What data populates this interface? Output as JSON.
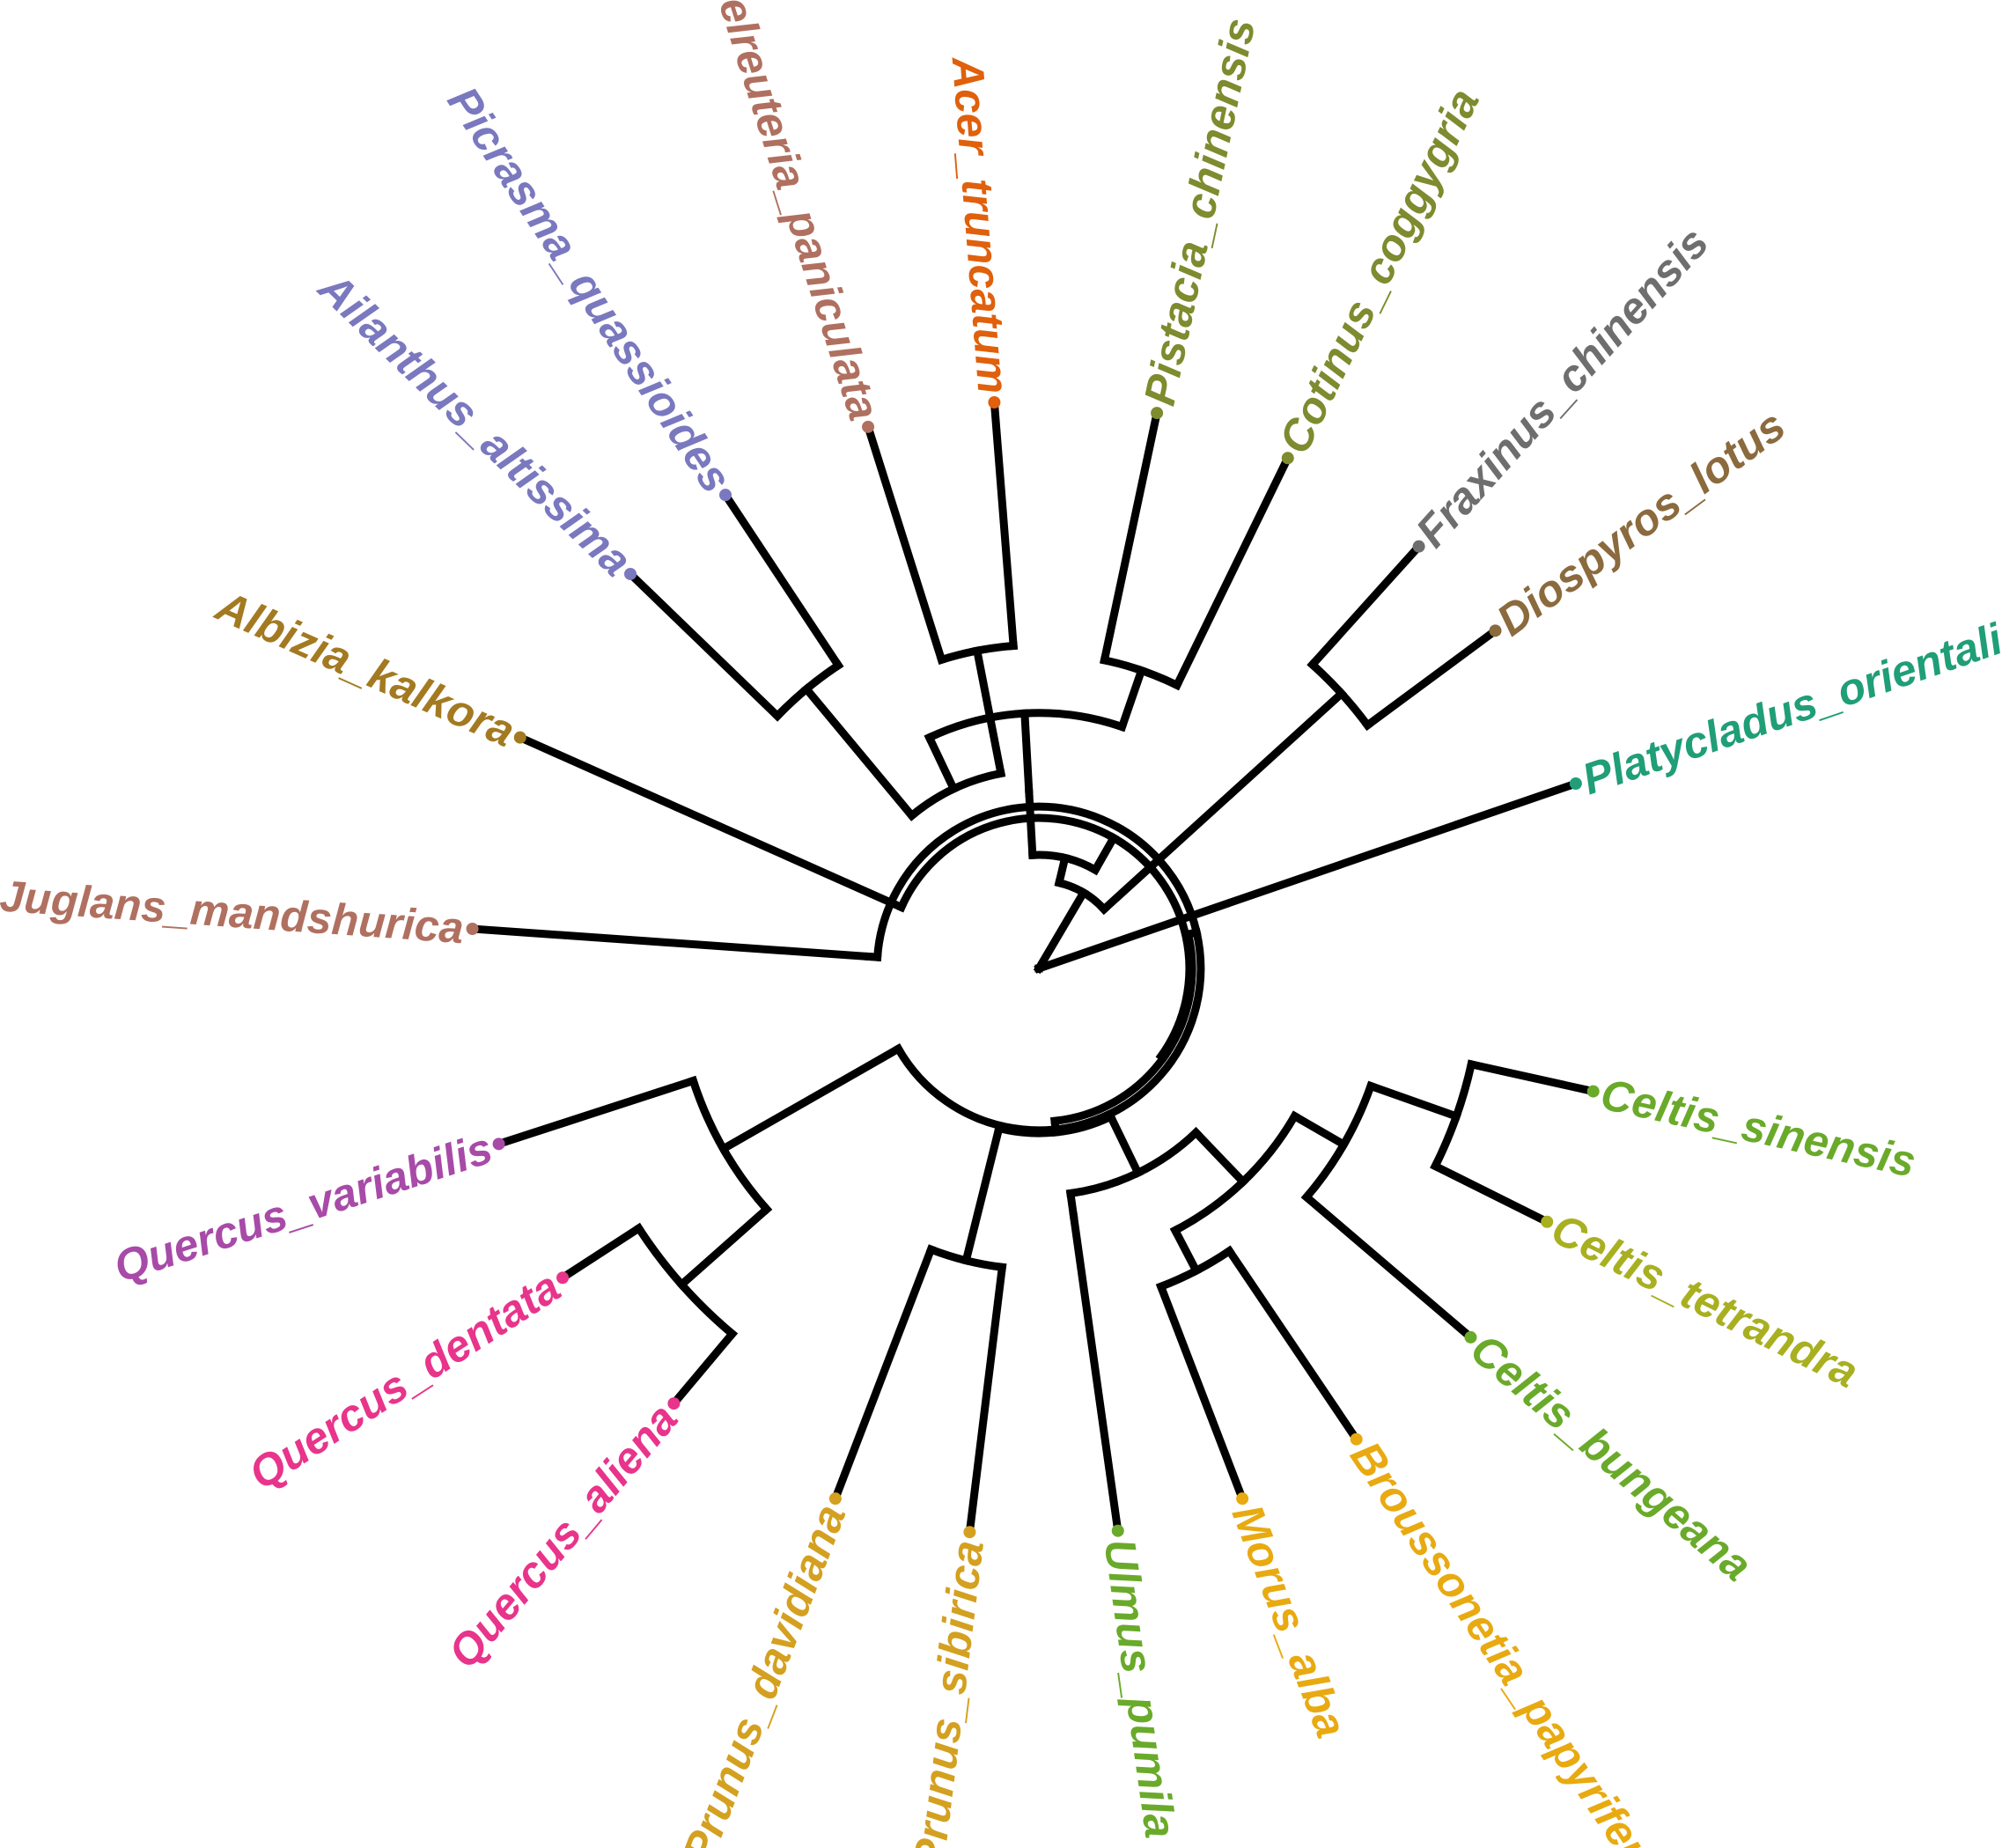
{
  "tips": [
    {
      "id": "platycladus",
      "label": "Platycladus_orientalis",
      "color": "#1f9e77",
      "angle": -19
    },
    {
      "id": "diospyros",
      "label": "Diospyros_lotus",
      "color": "#8b6a3e",
      "angle": -36.5
    },
    {
      "id": "fraxinus",
      "label": "Fraxinus_chinensis",
      "color": "#6e6e6e",
      "angle": -48
    },
    {
      "id": "cotinus",
      "label": "Cotinus_coggygria",
      "color": "#7e8b2e",
      "angle": -64
    },
    {
      "id": "pistacia",
      "label": "Pistacia_chinensis",
      "color": "#7e8b2e",
      "angle": -78
    },
    {
      "id": "acer",
      "label": "Acer_truncatum",
      "color": "#e0600c",
      "angle": -94.5
    },
    {
      "id": "koelreuteria",
      "label": "Koelreuteria_paniculata",
      "color": "#b07060",
      "angle": -107.5
    },
    {
      "id": "picrasma",
      "label": "Picrasma_quassioides",
      "color": "#7a78be",
      "angle": -123.5
    },
    {
      "id": "ailanthus",
      "label": "Ailanthus_altissima",
      "color": "#7a78be",
      "angle": -136
    },
    {
      "id": "albizia",
      "label": "Albizia_kalkora",
      "color": "#a37a21",
      "angle": -156
    },
    {
      "id": "juglans",
      "label": "Juglans_mandshurica",
      "color": "#b07060",
      "angle": -176
    },
    {
      "id": "quercus-variabilis",
      "label": "Quercus_variabilis",
      "color": "#a84aa8",
      "angle": 162
    },
    {
      "id": "quercus-dentata",
      "label": "Quercus_dentata",
      "color": "#e8348b",
      "angle": 147
    },
    {
      "id": "quercus-aliena",
      "label": "Quercus_aliena",
      "color": "#e8348b",
      "angle": 130
    },
    {
      "id": "prunus-davidiana",
      "label": "Prunus_davidiana",
      "color": "#d4a020",
      "angle": 111
    },
    {
      "id": "prunus-sibirica",
      "label": "Prunus_sibirica",
      "color": "#d4a020",
      "angle": 97
    },
    {
      "id": "ulmus",
      "label": "Ulmus_pumila",
      "color": "#6aaa2a",
      "angle": 82
    },
    {
      "id": "morus",
      "label": "Morus_alba",
      "color": "#e8aa10",
      "angle": 69
    },
    {
      "id": "broussonetia",
      "label": "Broussonetia_papyrifera",
      "color": "#e8aa10",
      "angle": 56
    },
    {
      "id": "celtis-bungeana",
      "label": "Celtis_bungeana",
      "color": "#6aaa2a",
      "angle": 40.5
    },
    {
      "id": "celtis-tetrandra",
      "label": "Celtis_tetrandra",
      "color": "#a8b020",
      "angle": 26.5
    },
    {
      "id": "celtis-sinensis",
      "label": "Celtis_sinensis",
      "color": "#6aaa2a",
      "angle": 12.5
    }
  ],
  "tree": {
    "id": "root",
    "depth": 0,
    "children": [
      {
        "tip": "platycladus",
        "depth": 1
      },
      {
        "id": "angiosperms",
        "depth": 0.155,
        "children": [
          {
            "id": "n-lamiids",
            "depth": 0.72,
            "children": [
              {
                "tip": "diospyros",
                "depth": 1
              },
              {
                "tip": "fraxinus",
                "depth": 1
              }
            ]
          },
          {
            "id": "n-rosids",
            "depth": 0.2,
            "children": [
              {
                "id": "n-malvids",
                "depth": 0.31,
                "children": [
                  {
                    "id": "n-sapindales",
                    "depth": 0.45,
                    "children": [
                      {
                        "id": "n-anacardiaceae",
                        "depth": 0.555,
                        "children": [
                          {
                            "tip": "cotinus",
                            "depth": 1
                          },
                          {
                            "tip": "pistacia",
                            "depth": 1
                          }
                        ]
                      },
                      {
                        "id": "n-sap-rest",
                        "depth": 0.35,
                        "children": [
                          {
                            "id": "n-sapindaceae",
                            "depth": 0.57,
                            "children": [
                              {
                                "tip": "acer",
                                "depth": 1
                              },
                              {
                                "tip": "koelreuteria",
                                "depth": 1
                              }
                            ]
                          },
                          {
                            "id": "n-simaroubaceae",
                            "depth": 0.64,
                            "children": [
                              {
                                "tip": "picrasma",
                                "depth": 1
                              },
                              {
                                "tip": "ailanthus",
                                "depth": 1
                              }
                            ]
                          }
                        ]
                      }
                    ]
                  }
                ]
              },
              {
                "id": "n-fabids",
                "depth": 0.265,
                "children": [
                  {
                    "tip": "albizia",
                    "depth": 1
                  },
                  {
                    "id": "n-fabids-rest",
                    "depth": 0.27,
                    "children": [
                      {
                        "id": "n-fagales",
                        "depth": 0.285,
                        "children": [
                          {
                            "id": "n-juglans",
                            "depth": 0.3,
                            "children": [
                              {
                                "tip": "juglans",
                                "depth": 1
                              }
                            ]
                          },
                          {
                            "id": "n-quercus",
                            "depth": 0.64,
                            "children": [
                              {
                                "tip": "quercus-variabilis",
                                "depth": 1
                              },
                              {
                                "id": "n-quercus-b",
                                "depth": 0.84,
                                "children": [
                                  {
                                    "tip": "quercus-dentata",
                                    "depth": 1
                                  },
                                  {
                                    "tip": "quercus-aliena",
                                    "depth": 1
                                  }
                                ]
                              }
                            ]
                          }
                        ]
                      },
                      {
                        "id": "n-rosales",
                        "depth": 0.29,
                        "children": [
                          {
                            "id": "n-prunus",
                            "depth": 0.53,
                            "children": [
                              {
                                "tip": "prunus-davidiana",
                                "depth": 1
                              },
                              {
                                "tip": "prunus-sibirica",
                                "depth": 1
                              }
                            ]
                          },
                          {
                            "id": "n-urticalean",
                            "depth": 0.4,
                            "children": [
                              {
                                "id": "n-ulmaceae",
                                "depth": 0.44,
                                "children": [
                                  {
                                    "tip": "ulmus",
                                    "depth": 1
                                  }
                                ]
                              },
                              {
                                "id": "n-moraceae-cannabaceae",
                                "depth": 0.52,
                                "children": [
                                  {
                                    "id": "n-moraceae",
                                    "depth": 0.6,
                                    "children": [
                                      {
                                        "tip": "morus",
                                        "depth": 1
                                      },
                                      {
                                        "tip": "broussonetia",
                                        "depth": 1
                                      }
                                    ]
                                  },
                                  {
                                    "id": "n-celtis",
                                    "depth": 0.62,
                                    "children": [
                                      {
                                        "tip": "celtis-bungeana",
                                        "depth": 1
                                      },
                                      {
                                        "id": "n-celtis-b",
                                        "depth": 0.78,
                                        "children": [
                                          {
                                            "tip": "celtis-tetrandra",
                                            "depth": 1
                                          },
                                          {
                                            "tip": "celtis-sinensis",
                                            "depth": 1
                                          }
                                        ]
                                      }
                                    ]
                                  }
                                ]
                              }
                            ]
                          }
                        ]
                      }
                    ]
                  }
                ]
              }
            ]
          }
        ]
      }
    ]
  }
}
